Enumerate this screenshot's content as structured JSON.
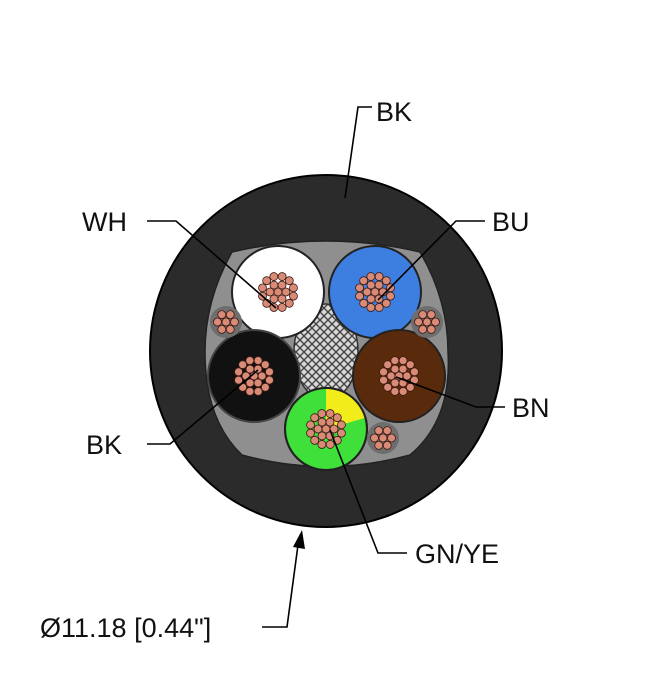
{
  "labels": {
    "jacket": "BK",
    "white": "WH",
    "blue": "BU",
    "black": "BK",
    "brown": "BN",
    "ground": "GN/YE",
    "diameter": "Ø11.18 [0.44\"]"
  },
  "colors": {
    "jacket": "#2b2b2b",
    "filler": "#8f8f8f",
    "white": "#ffffff",
    "blue": "#3d7fe0",
    "black": "#111111",
    "brown": "#5a2a0c",
    "green": "#3fe03a",
    "yellow": "#f2ec1b",
    "copper": "#d98b78"
  }
}
